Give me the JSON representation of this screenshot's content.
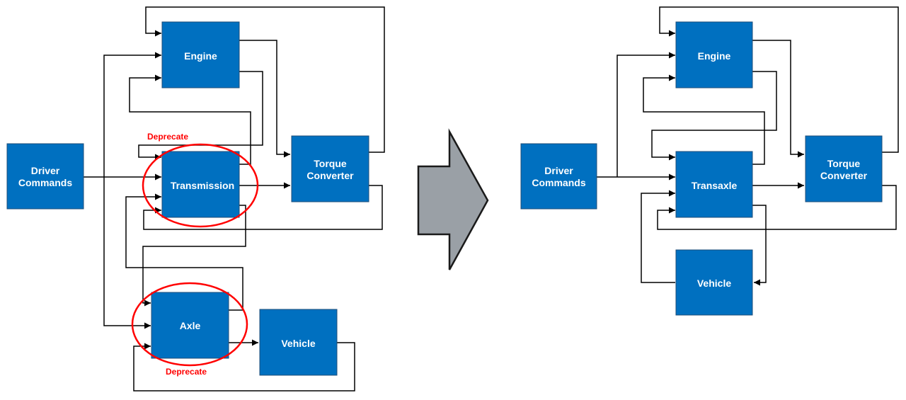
{
  "colors": {
    "block_fill": "#0070c0",
    "block_stroke": "#1f4e79",
    "block_text": "#ffffff",
    "wire": "#000000",
    "highlight": "#ff0000",
    "arrow_fill": "#9aa0a6",
    "arrow_stroke": "#1a1a1a"
  },
  "before": {
    "engine": "Engine",
    "torque_converter": [
      "Torque",
      "Converter"
    ],
    "driver_commands": [
      "Driver",
      "Commands"
    ],
    "transmission": "Transmission",
    "axle": "Axle",
    "vehicle": "Vehicle",
    "deprecate_transmission": "Deprecate",
    "deprecate_axle": "Deprecate"
  },
  "after": {
    "engine": "Engine",
    "torque_converter": [
      "Torque",
      "Converter"
    ],
    "driver_commands": [
      "Driver",
      "Commands"
    ],
    "transaxle": "Transaxle",
    "vehicle": "Vehicle"
  },
  "transition_arrow": "right-arrow-icon"
}
